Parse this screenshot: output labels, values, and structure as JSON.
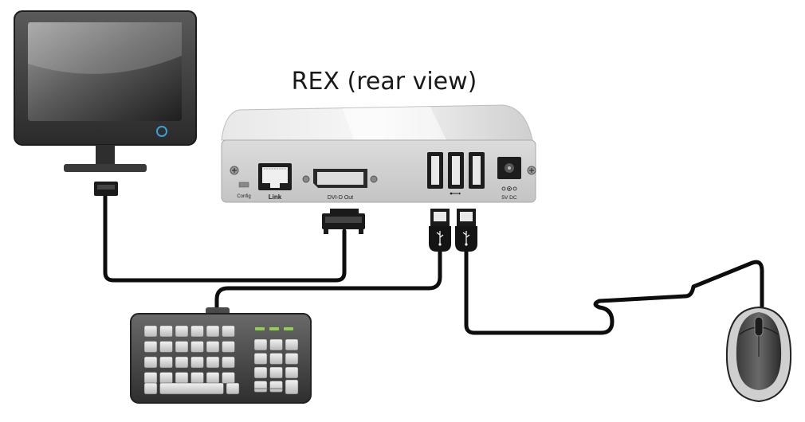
{
  "diagram": {
    "title": "REX (rear view)",
    "ports": {
      "config": "Config",
      "link": "Link",
      "dvi_out": "DVI-D Out",
      "power": "5V DC"
    },
    "colors": {
      "cable": "#0d0d0d",
      "monitor_body": "#3a3a3a",
      "device_body": "#d9d9d9",
      "keyboard_led": "#8fd14f",
      "monitor_power_led": "#3aa0d8"
    }
  }
}
